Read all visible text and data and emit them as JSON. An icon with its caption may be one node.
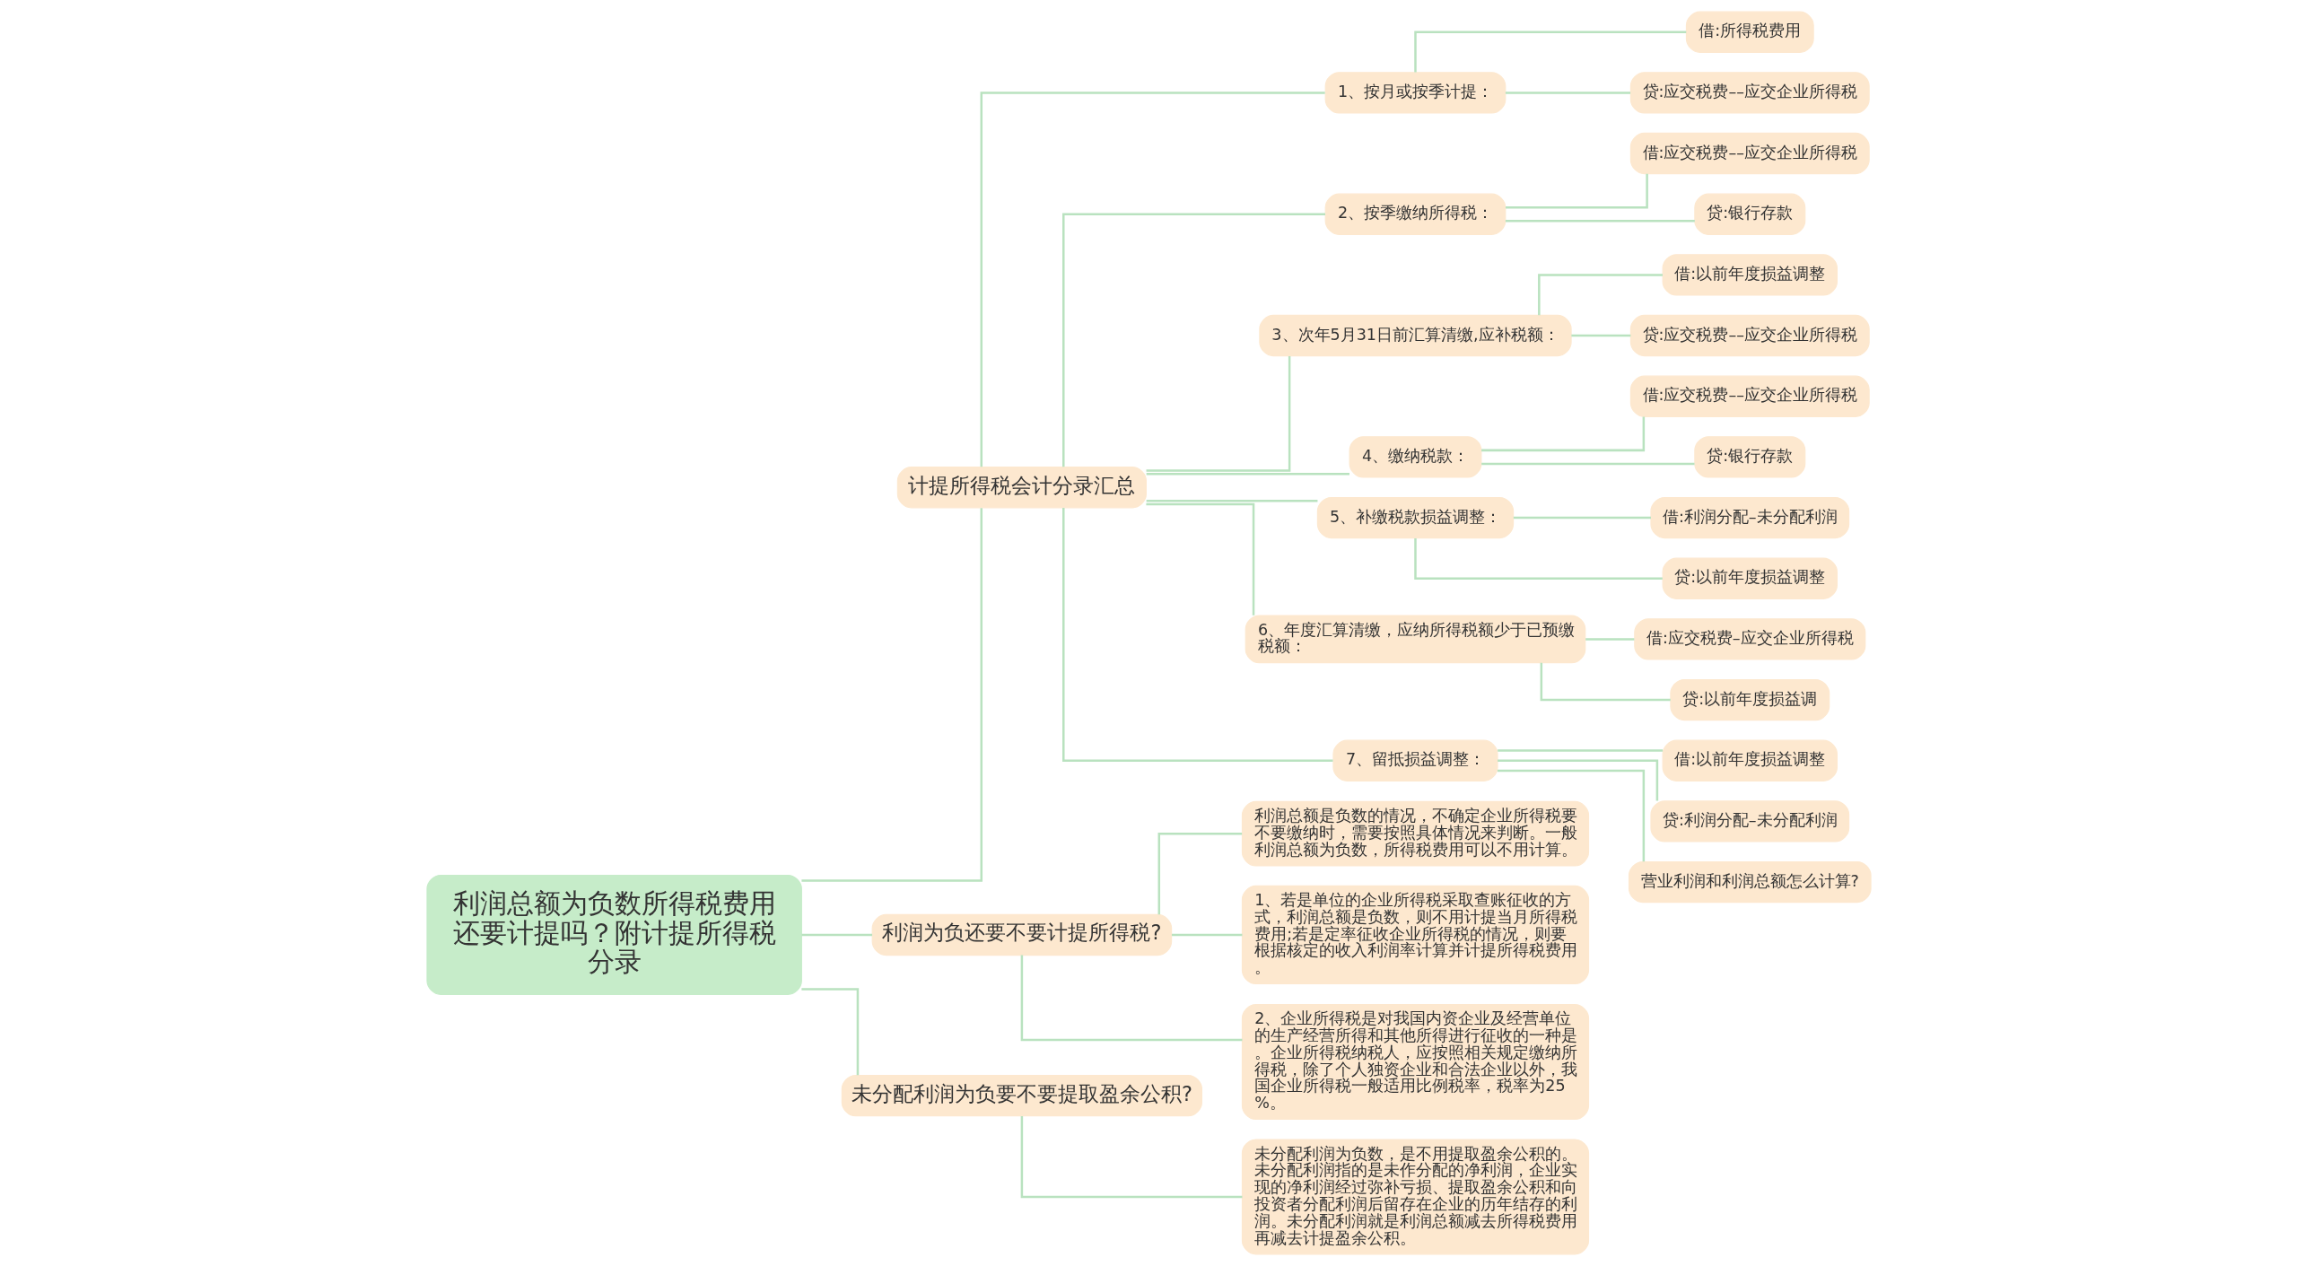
{
  "diagram": {
    "nodes": [
      {
        "text": [
          "利润总额为负数所得税费用还要计提吗？附计提所得税分录"
        ]
      },
      {
        "text": [
          "计提所得税会计分录汇总"
        ]
      },
      {
        "text": [
          "1、按月或按季计提："
        ]
      },
      {
        "text": [
          "借:所得税费用"
        ]
      },
      {
        "text": [
          "贷:应交税费––应交企业所得税"
        ]
      },
      {
        "text": [
          "2、按季缴纳所得税："
        ]
      },
      {
        "text": [
          "借:应交税费––应交企业所得税"
        ]
      },
      {
        "text": [
          "贷:银行存款"
        ]
      },
      {
        "text": [
          "3、次年5月31日前汇算清缴,应补税额："
        ]
      },
      {
        "text": [
          "借:以前年度损益调整"
        ]
      },
      {
        "text": [
          "贷:应交税费––应交企业所得税"
        ]
      },
      {
        "text": [
          "4、缴纳税款："
        ]
      },
      {
        "text": [
          "借:应交税费––应交企业所得税"
        ]
      },
      {
        "text": [
          "贷:银行存款"
        ]
      },
      {
        "text": [
          "5、补缴税款损益调整："
        ]
      },
      {
        "text": [
          "借:利润分配–未分配利润"
        ]
      },
      {
        "text": [
          "贷:以前年度损益调整"
        ]
      },
      {
        "text": [
          "6、年度汇算清缴，应纳所得税额少于已预缴税额："
        ]
      },
      {
        "text": [
          "借:应交税费–应交企业所得税"
        ]
      },
      {
        "text": [
          "贷:以前年度损益调"
        ]
      },
      {
        "text": [
          "7、留抵损益调整："
        ]
      },
      {
        "text": [
          "借:以前年度损益调整"
        ]
      },
      {
        "text": [
          "贷:利润分配–未分配利润"
        ]
      },
      {
        "text": [
          "营业利润和利润总额怎么计算?"
        ]
      },
      {
        "text": [
          "利润为负还要不要计提所得税?"
        ]
      },
      {
        "text": [
          "利润总额是负数的情况，不确定企业所得税要不要缴纳时，需要按照具体情况来判断。一般利润总额为负数，所得税费用可以不用计算。"
        ]
      },
      {
        "text": [
          "1、若是单位的企业所得税采取查账征收的方式，利润总额是负数，则不用计提当月所得税费用;若是定率征收企业所得税的情况，则要根据核定的收入利润率计算并计提所得税费用。"
        ]
      },
      {
        "text": [
          "2、企业所得税是对我国内资企业及经营单位的生产经营所得和其他所得进行征收的一种是。企业所得税纳税人，应按照相关规定缴纳所得税，除了个人独资企业和合法企业以外，我国企业所得税一般适用比例税率，税率为25%。"
        ]
      },
      {
        "text": [
          "未分配利润为负要不要提取盈余公积?"
        ]
      },
      {
        "text": [
          "未分配利润为负数，是不用提取盈余公积的。未分配利润指的是未作分配的净利润，企业实现的净利润经过弥补亏损、提取盈余公积和向投资者分配利润后留存在企业的历年结存的利润。未分配利润就是利润总额减去所得税费用再减去计提盈余公积。"
        ]
      }
    ],
    "edges": [
      {
        "from": 0,
        "to": 1,
        "arrow": "none"
      },
      {
        "from": 1,
        "to": 2,
        "arrow": "none"
      },
      {
        "from": 2,
        "to": 3,
        "arrow": "none"
      },
      {
        "from": 2,
        "to": 4,
        "arrow": "none"
      },
      {
        "from": 1,
        "to": 5,
        "arrow": "none"
      },
      {
        "from": 5,
        "to": 6,
        "arrow": "none"
      },
      {
        "from": 5,
        "to": 7,
        "arrow": "none"
      },
      {
        "from": 1,
        "to": 8,
        "arrow": "none"
      },
      {
        "from": 8,
        "to": 9,
        "arrow": "none"
      },
      {
        "from": 8,
        "to": 10,
        "arrow": "none"
      },
      {
        "from": 1,
        "to": 11,
        "arrow": "none"
      },
      {
        "from": 11,
        "to": 12,
        "arrow": "none"
      },
      {
        "from": 11,
        "to": 13,
        "arrow": "none"
      },
      {
        "from": 1,
        "to": 14,
        "arrow": "none"
      },
      {
        "from": 14,
        "to": 15,
        "arrow": "none"
      },
      {
        "from": 14,
        "to": 16,
        "arrow": "none"
      },
      {
        "from": 1,
        "to": 17,
        "arrow": "none"
      },
      {
        "from": 17,
        "to": 18,
        "arrow": "none"
      },
      {
        "from": 17,
        "to": 19,
        "arrow": "none"
      },
      {
        "from": 1,
        "to": 20,
        "arrow": "none"
      },
      {
        "from": 20,
        "to": 21,
        "arrow": "none"
      },
      {
        "from": 20,
        "to": 22,
        "arrow": "none"
      },
      {
        "from": 20,
        "to": 23,
        "arrow": "none"
      },
      {
        "from": 0,
        "to": 24,
        "arrow": "none"
      },
      {
        "from": 24,
        "to": 25,
        "arrow": "none"
      },
      {
        "from": 24,
        "to": 26,
        "arrow": "none"
      },
      {
        "from": 24,
        "to": 27,
        "arrow": "none"
      },
      {
        "from": 0,
        "to": 28,
        "arrow": "none"
      },
      {
        "from": 28,
        "to": 29,
        "arrow": "none"
      }
    ]
  }
}
